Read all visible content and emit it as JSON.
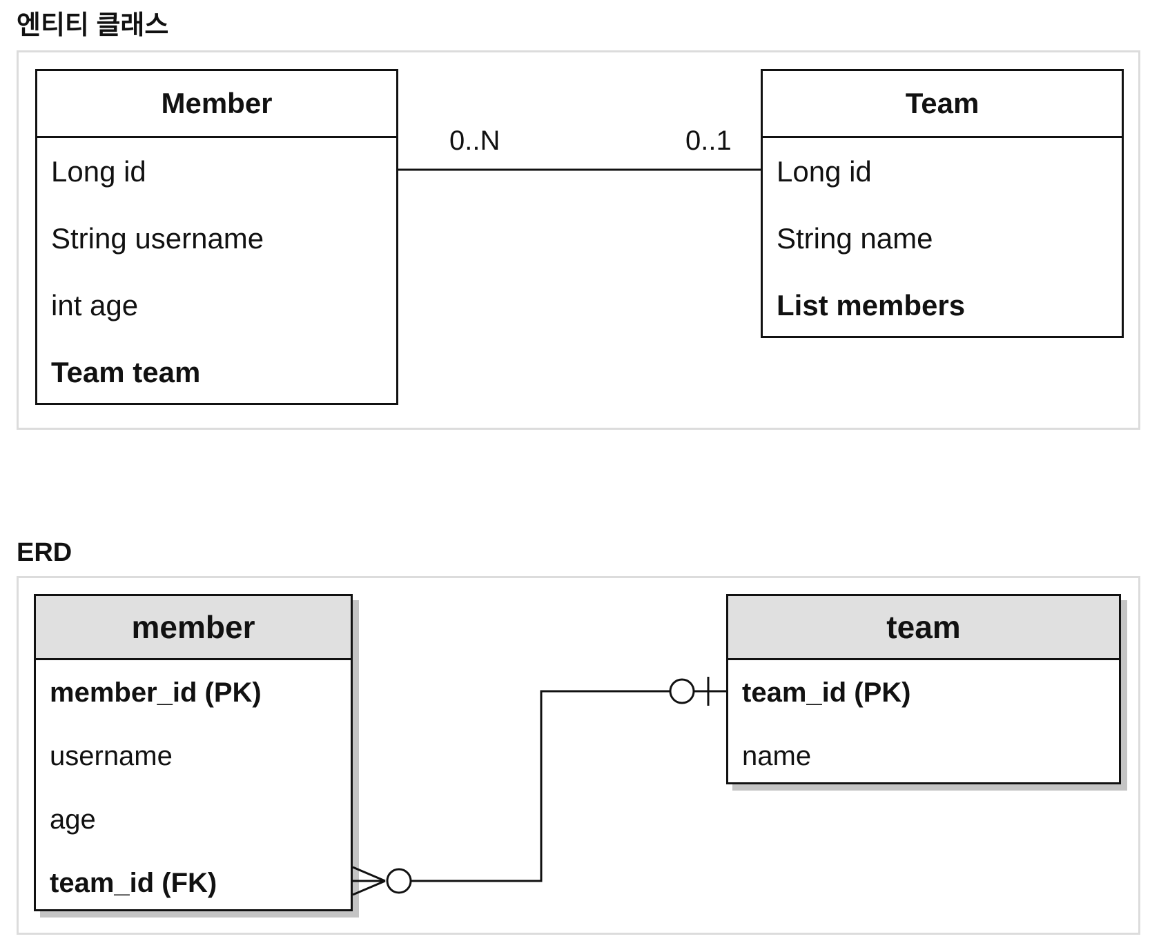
{
  "sections": {
    "entity_title": "엔티티 클래스",
    "erd_title": "ERD"
  },
  "uml": {
    "member": {
      "name": "Member",
      "fields": [
        "Long id",
        "String username",
        "int age",
        "Team team"
      ]
    },
    "team": {
      "name": "Team",
      "fields": [
        "Long id",
        "String name",
        "List members"
      ]
    },
    "association": {
      "member_end": "0..N",
      "team_end": "0..1"
    }
  },
  "erd": {
    "member": {
      "name": "member",
      "fields": [
        "member_id (PK)",
        "username",
        "age",
        "team_id (FK)"
      ]
    },
    "team": {
      "name": "team",
      "fields": [
        "team_id (PK)",
        "name"
      ]
    },
    "relationship": {
      "member_end": "zero-or-many",
      "team_end": "zero-or-one"
    }
  },
  "colors": {
    "line": "#111111",
    "frame_border": "#dcdcdc",
    "erd_header_fill": "#e0e0e0",
    "erd_shadow": "#c4c4c4"
  }
}
